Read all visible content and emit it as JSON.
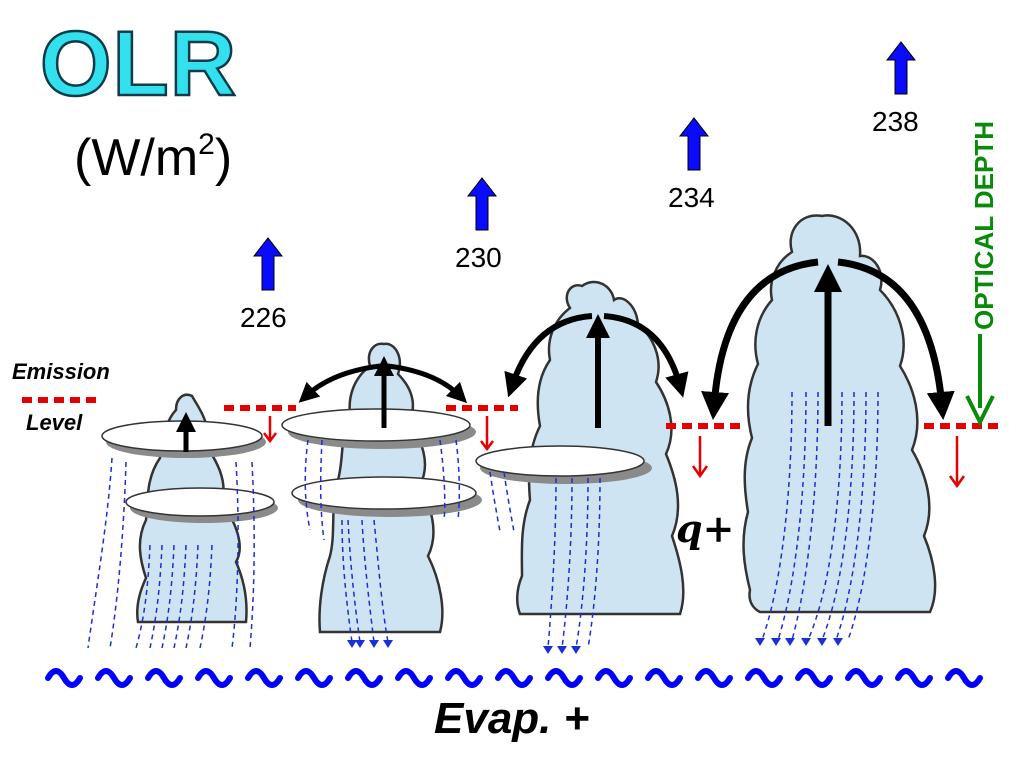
{
  "title": "OLR",
  "units": {
    "base": "(W/m",
    "exponent": "2",
    "close": ")"
  },
  "emission_label": [
    "Emission",
    "Level"
  ],
  "olr_values": [
    "226",
    "230",
    "234",
    "238"
  ],
  "vertical_label": "OPTICAL DEPTH",
  "humidity_label": "q+",
  "evaporation_label": "Evap. +",
  "colors": {
    "title_fill": "#33e1ee",
    "cloud_fill": "#cfe4f2",
    "upward_flux": "#0000ff",
    "emission_level": "#e60000",
    "optical_depth": "#0a8a0a",
    "rain_streaks": "#0000cc",
    "ocean_waves": "#0000ff"
  },
  "icons": [
    "cumulus-cloud-icon",
    "up-arrow-icon",
    "down-arrow-icon",
    "ocean-wave-icon"
  ]
}
